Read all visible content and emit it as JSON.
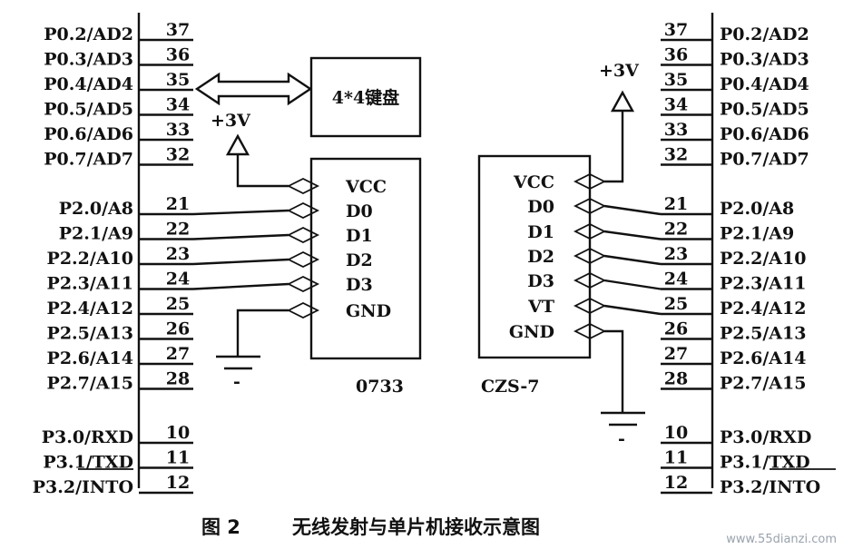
{
  "left_mcu": {
    "groups": [
      {
        "pins": [
          {
            "label": "P0.2/AD2",
            "num": "37"
          },
          {
            "label": "P0.3/AD3",
            "num": "36"
          },
          {
            "label": "P0.4/AD4",
            "num": "35"
          },
          {
            "label": "P0.5/AD5",
            "num": "34"
          },
          {
            "label": "P0.6/AD6",
            "num": "33"
          },
          {
            "label": "P0.7/AD7",
            "num": "32"
          }
        ]
      },
      {
        "pins": [
          {
            "label": "P2.0/A8",
            "num": "21"
          },
          {
            "label": "P2.1/A9",
            "num": "22"
          },
          {
            "label": "P2.2/A10",
            "num": "23"
          },
          {
            "label": "P2.3/A11",
            "num": "24"
          },
          {
            "label": "P2.4/A12",
            "num": "25"
          },
          {
            "label": "P2.5/A13",
            "num": "26"
          },
          {
            "label": "P2.6/A14",
            "num": "27"
          },
          {
            "label": "P2.7/A15",
            "num": "28"
          }
        ]
      },
      {
        "pins": [
          {
            "label": "P3.0/RXD",
            "num": "10"
          },
          {
            "label": "P3.1/TXD",
            "num": "11"
          },
          {
            "label": "P3.2/INTO",
            "num": "12"
          }
        ]
      }
    ]
  },
  "right_mcu": {
    "groups": [
      {
        "pins": [
          {
            "label": "P0.2/AD2",
            "num": "37"
          },
          {
            "label": "P0.3/AD3",
            "num": "36"
          },
          {
            "label": "P0.4/AD4",
            "num": "35"
          },
          {
            "label": "P0.5/AD5",
            "num": "34"
          },
          {
            "label": "P0.6/AD6",
            "num": "33"
          },
          {
            "label": "P0.7/AD7",
            "num": "32"
          }
        ]
      },
      {
        "pins": [
          {
            "label": "P2.0/A8",
            "num": "21"
          },
          {
            "label": "P2.1/A9",
            "num": "22"
          },
          {
            "label": "P2.2/A10",
            "num": "23"
          },
          {
            "label": "P2.3/A11",
            "num": "24"
          },
          {
            "label": "P2.4/A12",
            "num": "25"
          },
          {
            "label": "P2.5/A13",
            "num": "26"
          },
          {
            "label": "P2.6/A14",
            "num": "27"
          },
          {
            "label": "P2.7/A15",
            "num": "28"
          }
        ]
      },
      {
        "pins": [
          {
            "label": "P3.0/RXD",
            "num": "10"
          },
          {
            "label": "P3.1/TXD",
            "num": "11"
          },
          {
            "label": "P3.2/INTO",
            "num": "12"
          }
        ]
      }
    ]
  },
  "keypad": {
    "label": "4*4键盘"
  },
  "transmitter": {
    "name": "0733",
    "pins": [
      "VCC",
      "D0",
      "D1",
      "D2",
      "D3",
      "GND"
    ]
  },
  "receiver": {
    "name": "CZS-7",
    "pins": [
      "VCC",
      "D0",
      "D1",
      "D2",
      "D3",
      "VT",
      "GND"
    ]
  },
  "power": {
    "left": "+3V",
    "right": "+3V"
  },
  "ground": {
    "left": "-",
    "right": "-"
  },
  "caption": {
    "figure": "图 2",
    "title": "无线发射与单片机接收示意图"
  },
  "watermark": {
    "text": "www.55dianzi.com"
  }
}
